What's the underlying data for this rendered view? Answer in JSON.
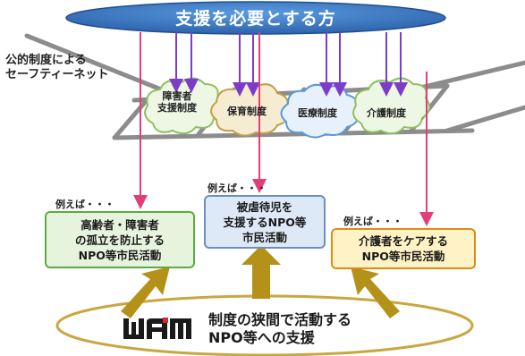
{
  "header": {
    "title": "支援を必要とする方"
  },
  "safety_net": {
    "line1": "公的制度による",
    "line2": "セーフティーネット"
  },
  "clouds": [
    {
      "line1": "障害者",
      "line2": "支援制度"
    },
    {
      "line1": "保育制度",
      "line2": ""
    },
    {
      "line1": "医療制度",
      "line2": ""
    },
    {
      "line1": "介護制度",
      "line2": ""
    }
  ],
  "examples": {
    "label": "例えば・・・"
  },
  "boxes": {
    "green": {
      "line1": "高齢者・障害者",
      "line2": "の孤立を防止する",
      "line3": "NPO等市民活動"
    },
    "blue": {
      "line1": "被虐待児を",
      "line2": "支援するNPO等",
      "line3": "市民活動"
    },
    "orange": {
      "line1": "介護者をケアする",
      "line2": "NPO等市民活動"
    }
  },
  "wam": {
    "logo_text": "WAM",
    "line1": "制度の狭間で活動する",
    "line2": "NPO等への支援"
  },
  "colors": {
    "header_fill": "#3d7cc9",
    "pink_arrow": "#e63c78",
    "purple_arrow": "#7d3cc8",
    "gold_arrow": "#b4921a",
    "net_gray": "#8c8c8c"
  }
}
